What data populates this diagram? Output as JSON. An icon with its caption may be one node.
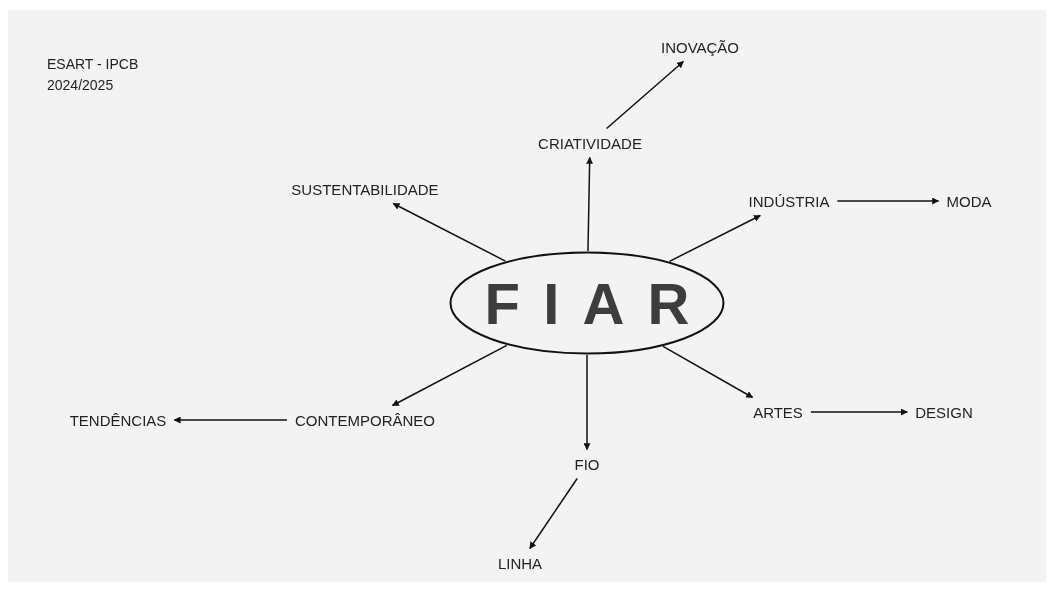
{
  "diagram": {
    "nodes": [
      {
        "text": [
          "FIAR"
        ]
      },
      {
        "text": [
          "CRIATIVIDADE"
        ]
      },
      {
        "text": [
          "INOVAÇÃO"
        ]
      },
      {
        "text": [
          "SUSTENTABILIDADE"
        ]
      },
      {
        "text": [
          "INDÚSTRIA"
        ]
      },
      {
        "text": [
          "MODA"
        ]
      },
      {
        "text": [
          "CONTEMPORÂNEO"
        ]
      },
      {
        "text": [
          "TENDÊNCIAS"
        ]
      },
      {
        "text": [
          "ARTES"
        ]
      },
      {
        "text": [
          "DESIGN"
        ]
      },
      {
        "text": [
          "FIO"
        ]
      },
      {
        "text": [
          "LINHA"
        ]
      }
    ],
    "edges": [
      {
        "from": 0,
        "to": 1,
        "arrow": "to"
      },
      {
        "from": 1,
        "to": 2,
        "arrow": "to"
      },
      {
        "from": 0,
        "to": 3,
        "arrow": "to"
      },
      {
        "from": 0,
        "to": 4,
        "arrow": "to"
      },
      {
        "from": 4,
        "to": 5,
        "arrow": "to"
      },
      {
        "from": 0,
        "to": 6,
        "arrow": "to"
      },
      {
        "from": 6,
        "to": 7,
        "arrow": "to"
      },
      {
        "from": 0,
        "to": 8,
        "arrow": "to"
      },
      {
        "from": 8,
        "to": 9,
        "arrow": "to"
      },
      {
        "from": 0,
        "to": 10,
        "arrow": "to"
      },
      {
        "from": 10,
        "to": 11,
        "arrow": "to"
      }
    ],
    "labels": [
      "ESART - IPCB",
      "2024/2025"
    ]
  }
}
